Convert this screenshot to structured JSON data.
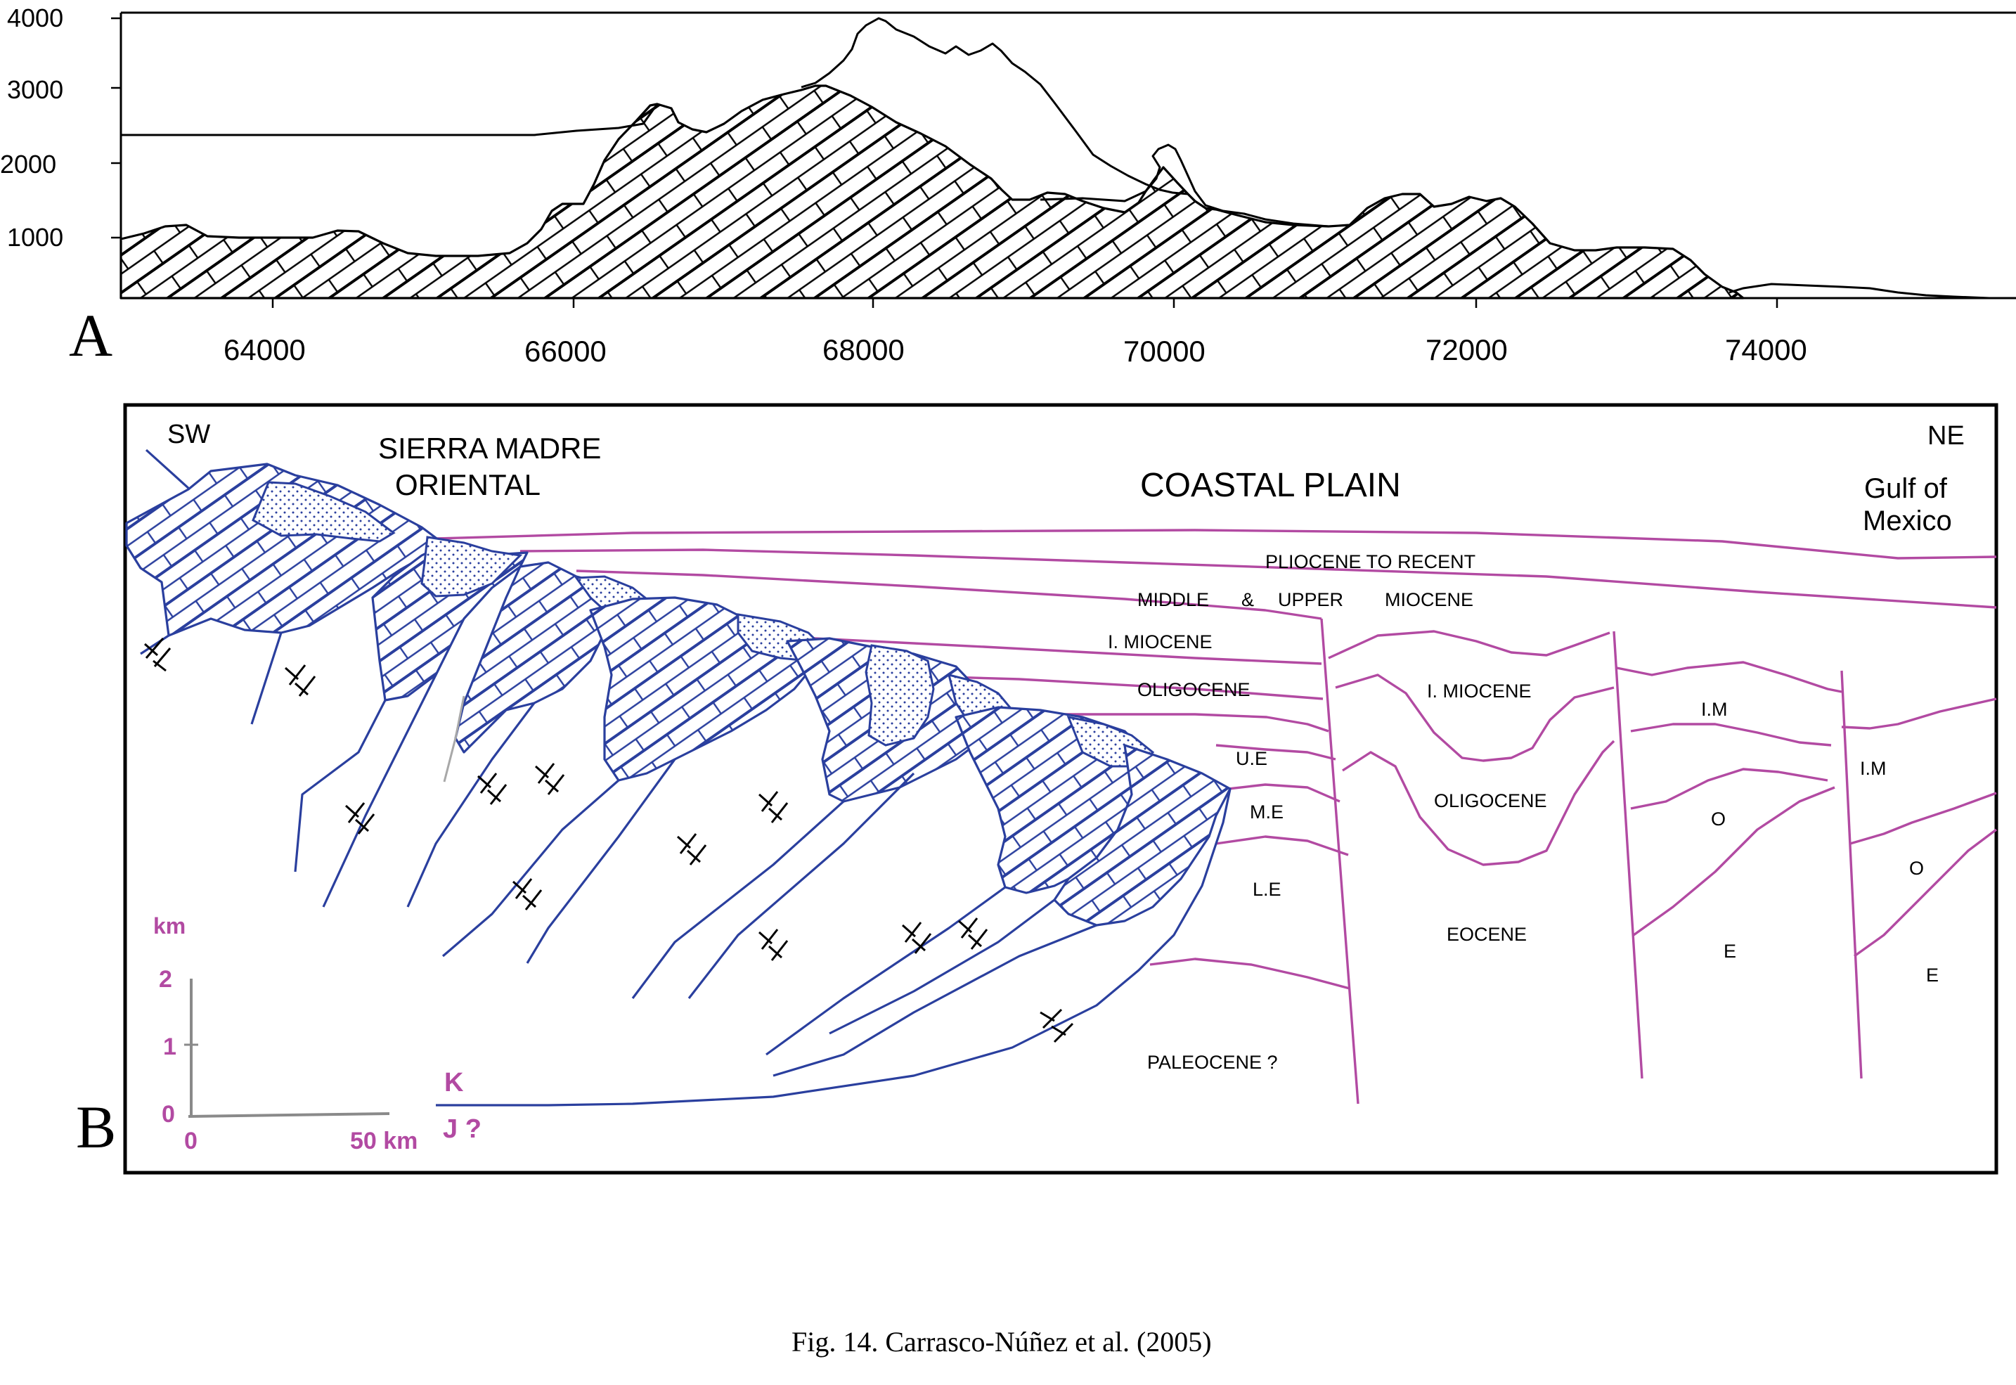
{
  "panel_a": {
    "letter": "A",
    "y_ticks": [
      "4000",
      "3000",
      "2000",
      "1000"
    ],
    "x_ticks": [
      "64000",
      "66000",
      "68000",
      "70000",
      "72000",
      "74000"
    ]
  },
  "panel_b": {
    "letter": "B",
    "direction_left": "SW",
    "direction_right": "NE",
    "region_sierra": [
      "SIERRA MADRE",
      "ORIENTAL"
    ],
    "region_coastal": "COASTAL PLAIN",
    "region_gulf": [
      "Gulf of",
      "Mexico"
    ],
    "units": {
      "pliocene": "PLIOCENE TO RECENT",
      "middle": "MIDDLE",
      "amp": "&",
      "upper": "UPPER",
      "miocene": "MIOCENE",
      "l_miocene_1": "I. MIOCENE",
      "l_miocene_2": "I. MIOCENE",
      "oligocene_1": "OLIGOCENE",
      "oligocene_2": "OLIGOCENE",
      "ue": "U.E",
      "me": "M.E",
      "le": "L.E",
      "eocene": "EOCENE",
      "paleocene": "PALEOCENE ?",
      "im_1": "I.M",
      "im_2": "I.M",
      "o_1": "O",
      "o_2": "O",
      "e_1": "E",
      "e_2": "E"
    },
    "contact_k": "K",
    "contact_j": "J ?",
    "scale": {
      "unit": "km",
      "v2": "2",
      "v1": "1",
      "v0": "0",
      "h0": "0",
      "h50": "50 km"
    }
  },
  "caption": "Fig. 14. Carrasco-Núñez et al. (2005)",
  "colors": {
    "formation_outline": "#2a3f9e",
    "stratigraphy_line": "#b24aa2",
    "scale_bar": "#b24aa2"
  }
}
